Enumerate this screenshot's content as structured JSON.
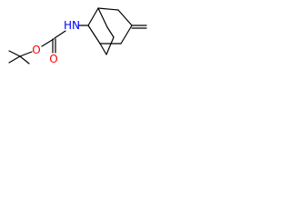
{
  "structure": {
    "atom_labels": {
      "nh": "HN",
      "carbonyl_o": "O",
      "ester_o": "O"
    },
    "colors": {
      "bond": "#000000",
      "nitrogen": "#0000ff",
      "oxygen": "#ff0000"
    }
  }
}
